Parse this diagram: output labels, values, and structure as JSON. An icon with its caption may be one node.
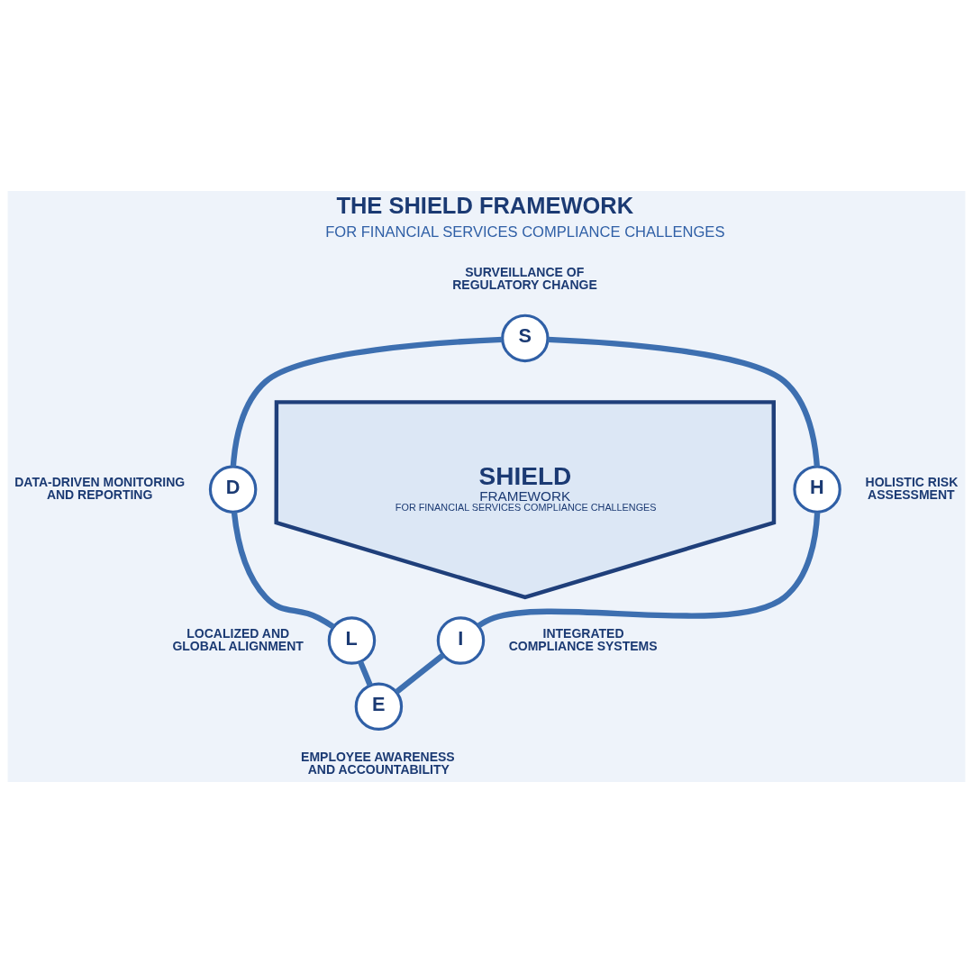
{
  "diagram": {
    "title": "THE SHIELD FRAMEWORK",
    "nodes": [
      {
        "text": [
          "S"
        ],
        "beside": [
          "SURVEILLANCE OF REGULATORY CHANGE"
        ]
      },
      {
        "text": [
          "D"
        ],
        "beside": [
          "DATA-DRIVEN MONITORING AND REPORTING"
        ]
      },
      {
        "text": [
          "H"
        ],
        "beside": [
          "HOLISTIC RISK ASSESSMENT"
        ]
      },
      {
        "text": [
          "SHIELD",
          "FRAMEWORK",
          "FOR FINANCIAL SERVICES COMPLIANCE CHALLENGES"
        ]
      },
      {
        "text": [
          "L"
        ],
        "beside": [
          "LOCALIZED AND GLOBAL ALIGNMENT"
        ]
      },
      {
        "text": [
          "I"
        ],
        "beside": [
          "INTEGRATED COMPLIANCE SYSTEMS"
        ]
      },
      {
        "text": [
          "E"
        ],
        "beside": [
          "EMPLOYEE AWARENESS AND ACCOUNTABILITY"
        ]
      }
    ],
    "edges": [
      {
        "from": 0,
        "to": 2,
        "arrow": "none"
      },
      {
        "from": 2,
        "to": 5,
        "arrow": "none"
      },
      {
        "from": 5,
        "to": 6,
        "arrow": "none"
      },
      {
        "from": 0,
        "to": 1,
        "arrow": "none"
      },
      {
        "from": 1,
        "to": 4,
        "arrow": "none"
      },
      {
        "from": 4,
        "to": 6,
        "arrow": "none"
      }
    ],
    "labels": [
      "FOR FINANCIAL SERVICES COMPLIANCE CHALLENGES"
    ]
  }
}
